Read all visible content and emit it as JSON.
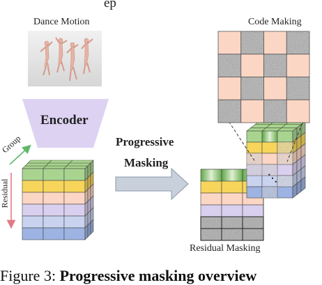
{
  "header_text": "ep",
  "labels": {
    "dance_motion": "Dance Motion",
    "code_making": "Code Making",
    "encoder": "Encoder",
    "group": "Group",
    "residual": "Residual",
    "progressive": "Progressive",
    "masking": "Masking",
    "residual_masking": "Residual Masking",
    "ellipsis": "⋱"
  },
  "caption": {
    "prefix": "Figure 3: ",
    "bold": "Progressive masking overview"
  },
  "colors": {
    "encoder": "#ddd2f2",
    "green": "#a8d48f",
    "yellow": "#f6d55a",
    "peach": "#fcd6c4",
    "lavender": "#d9cfee",
    "lightblue": "#c9d3ef",
    "blue": "#9db3e3",
    "gray_texture": "#9a9a9a",
    "arrow": "#c8d0dc",
    "group_arrow": "#5fb86a",
    "residual_arrow": "#e27a84"
  },
  "icons": {
    "dance_figures": "dancer-figures-image",
    "noise_texture": "noise-texture"
  }
}
